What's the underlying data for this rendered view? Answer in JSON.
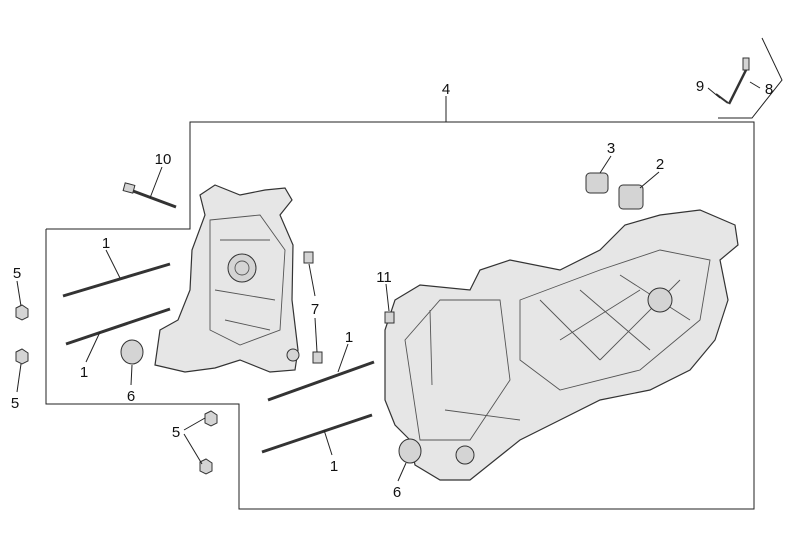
{
  "diagram": {
    "title": "Crankcase exploded view",
    "callouts": [
      {
        "id": "c4",
        "text": "4"
      },
      {
        "id": "c10",
        "text": "10"
      },
      {
        "id": "c1a",
        "text": "1"
      },
      {
        "id": "c5a",
        "text": "5"
      },
      {
        "id": "c1b",
        "text": "1"
      },
      {
        "id": "c5b",
        "text": "5"
      },
      {
        "id": "c6a",
        "text": "6"
      },
      {
        "id": "c7",
        "text": "7"
      },
      {
        "id": "c11",
        "text": "11"
      },
      {
        "id": "c1c",
        "text": "1"
      },
      {
        "id": "c3",
        "text": "3"
      },
      {
        "id": "c2",
        "text": "2"
      },
      {
        "id": "c9",
        "text": "9"
      },
      {
        "id": "c8",
        "text": "8"
      },
      {
        "id": "c5c",
        "text": "5"
      },
      {
        "id": "c1d",
        "text": "1"
      },
      {
        "id": "c6b",
        "text": "6"
      }
    ],
    "colors": {
      "part": "#e6e6e6",
      "line": "#222222",
      "background": "#ffffff"
    }
  }
}
